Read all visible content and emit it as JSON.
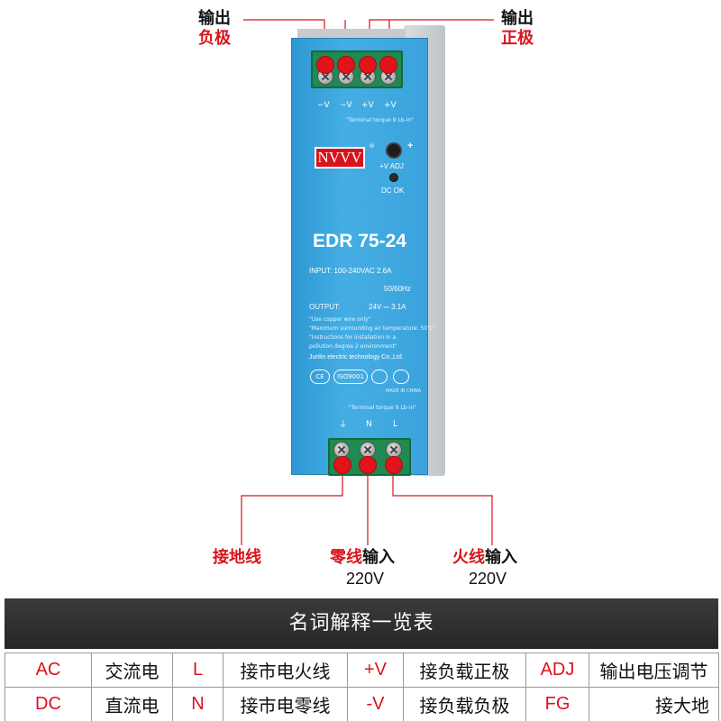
{
  "callouts": {
    "output_negative": [
      "输出",
      "负极"
    ],
    "output_positive": [
      "输出",
      "正极"
    ],
    "ground": "接地线",
    "neutral": {
      "main": "零线",
      "suffix": "输入",
      "voltage": "220V"
    },
    "live": {
      "main": "火线",
      "suffix": "输入",
      "voltage": "220V"
    }
  },
  "device": {
    "top_terminals": [
      "−V",
      "−V",
      "+V",
      "+V"
    ],
    "torque_note": "\"Terminal torque 9 Lb-in\"",
    "brand": "NVVV",
    "brand_mark": "®",
    "adjust_label": "+V ADJ",
    "adjust_symbol": "+",
    "led_label": "DC OK",
    "model": "EDR 75-24",
    "input": "INPUT: 100-240VAC  2.6A",
    "frequency": "50/60Hz",
    "output_label": "OUTPUT:",
    "output_value": "24V ⎓ 3.1A",
    "notes": [
      "\"Use copper wire only\"",
      "\"Maximum surrounding air temperature: 50℃\"",
      "\"Instructions for installation in a",
      "pollution degree 2 environment\""
    ],
    "maker": "Junlin electric technology Co.,Ltd.",
    "certs": [
      "CE",
      "ISO9001"
    ],
    "made_in": "MADE IN CHINA",
    "bottom_torque_note": "\"Terminal torque 9 Lb-in\"",
    "bottom_terminals": [
      "⏚",
      "N",
      "L"
    ]
  },
  "glossary": {
    "title": "名词解释一览表",
    "rows": [
      [
        "AC",
        "交流电",
        "L",
        "接市电火线",
        "+V",
        "接负载正极",
        "ADJ",
        "输出电压调节"
      ],
      [
        "DC",
        "直流电",
        "N",
        "接市电零线",
        "-V",
        "接负载负极",
        "FG",
        "接大地"
      ]
    ]
  },
  "colors": {
    "accent_red": "#d8141c",
    "device_blue": "#3aa3dc",
    "terminal_green": "#1f8a52",
    "table_header": "#2e2e2e"
  }
}
